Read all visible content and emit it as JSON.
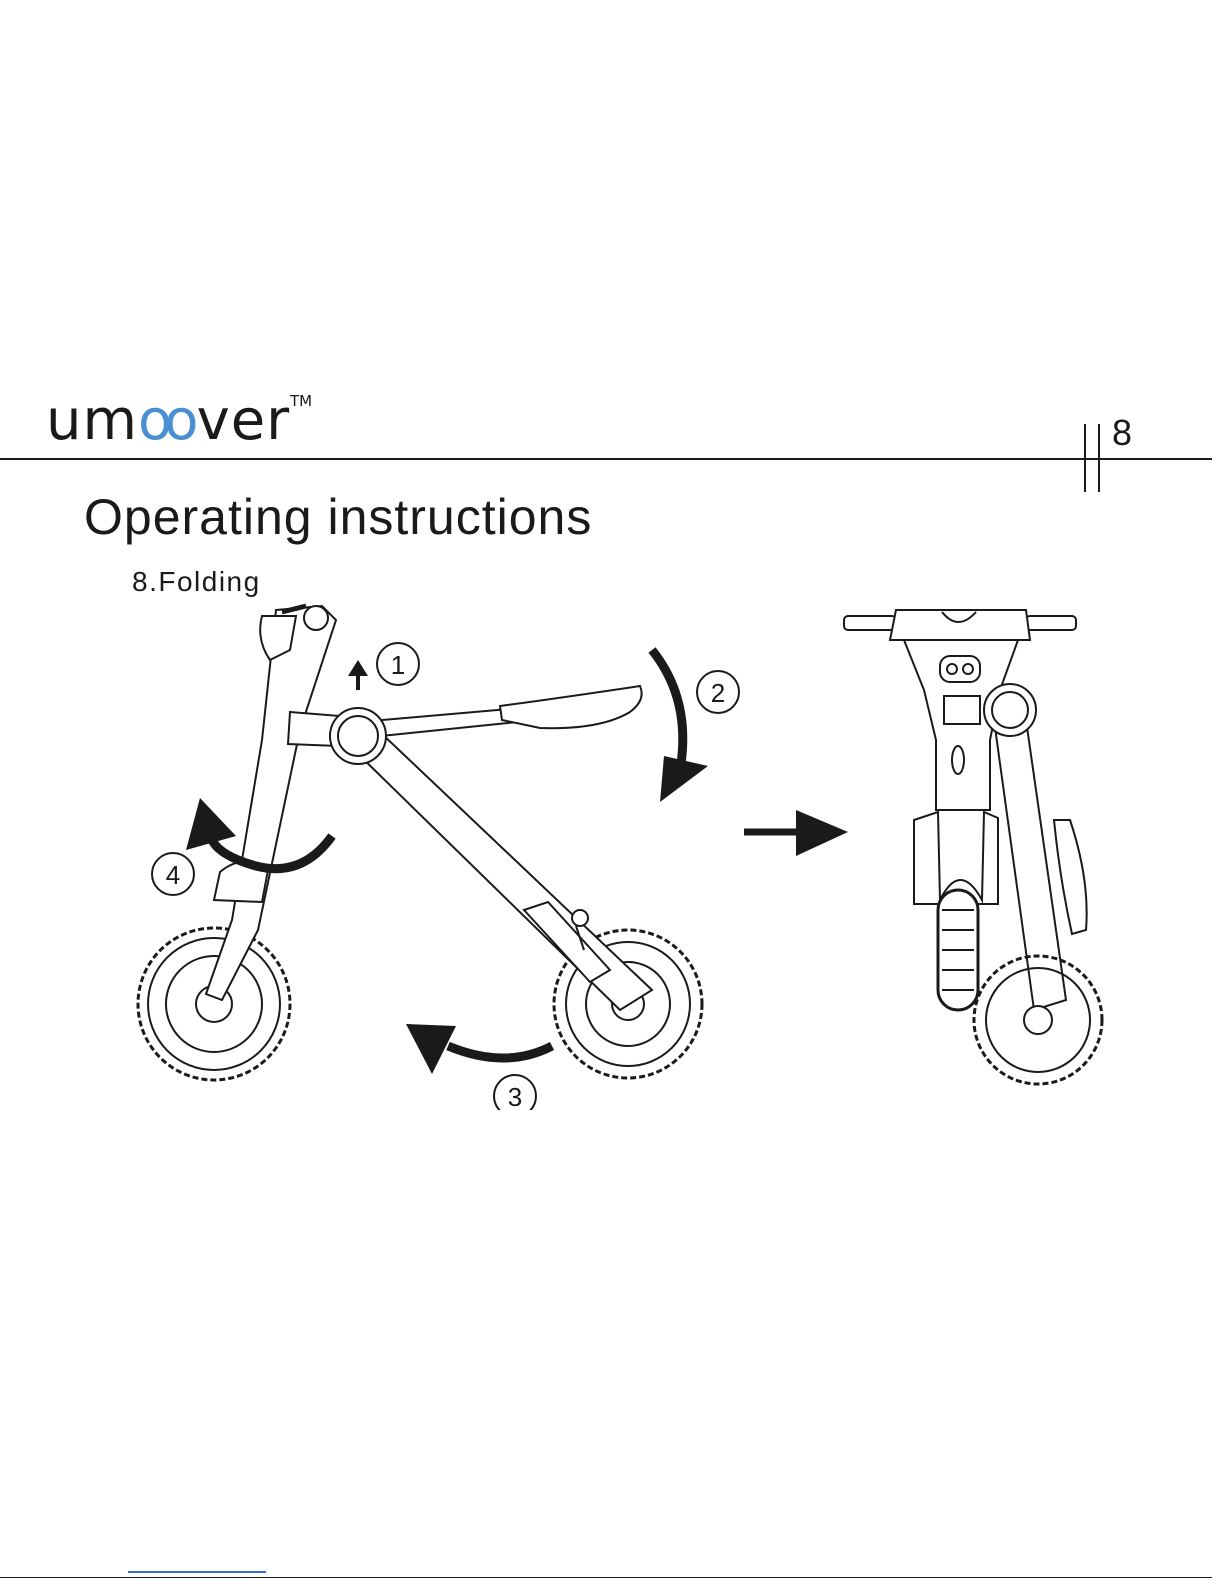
{
  "header": {
    "logo": {
      "prefix": "um",
      "infinity": "oo",
      "suffix": "ver"
    },
    "trademark": "TM",
    "page_number": "8"
  },
  "content": {
    "title": "Operating instructions",
    "section": "8.Folding"
  },
  "figure": {
    "steps": [
      "1",
      "2",
      "3",
      "4"
    ]
  },
  "colors": {
    "logo_accent": "#4a8fd1",
    "ink": "#1a1a1a",
    "link": "#3a6ad6"
  }
}
